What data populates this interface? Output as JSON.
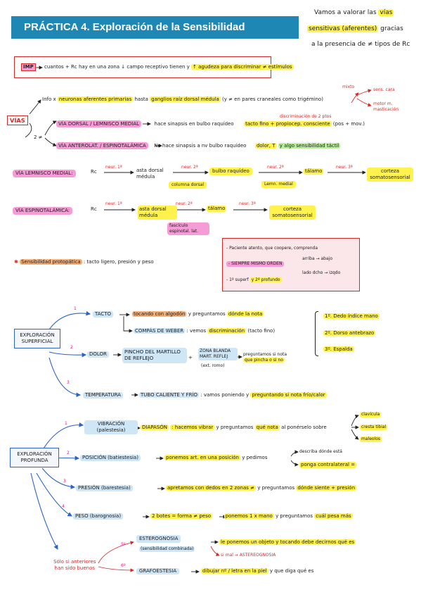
{
  "header": {
    "title": "PRÁCTICA 4. Exploración de la Sensibilidad",
    "intro_1": "Vamos a valorar las",
    "intro_2": "vías",
    "intro_3": "sensitivas (aferentes)",
    "intro_4": "gracias",
    "intro_5": "a la presencia de ≠ tipos de Rc"
  },
  "imp": {
    "label": "IMP",
    "text_1": "cuantos + Rc hay en una zona ↓ campo receptivo tienen y",
    "text_2": "↑ agudeza para discriminar ≠ estímulos"
  },
  "vias": {
    "label": "VÍAS",
    "info_1": "Info x",
    "info_2": "neuronas aferentes primarias",
    "info_3": "hasta",
    "info_4": "ganglios raíz dorsal médula",
    "info_5": "(y ≠ en pares craneales como trigémino)",
    "mixto": "mixto",
    "sens_cara": "sens. cara",
    "motor": "motor m. masticación",
    "two": "2 ≠",
    "discr": "discriminación de 2 ptos",
    "dorsal_label": "VÍA DORSAL / LEMNISCO MEDIAL",
    "dorsal_text_1": "hace sinapsis en bulbo raquídeo",
    "dorsal_text_2": "tacto fino + propiocep. consciente",
    "dorsal_text_3": "(pos + mov.)",
    "antero_label": "VÍA ANTEROLAT. / ESPINOTALÁMICA",
    "antero_text_1": "No hace sinapsis a nv bulbo raquídeo",
    "antero_text_2": "dolor, T",
    "antero_text_3": "y algo sensibilidad táctil"
  },
  "lemnisco": {
    "label": "VÍA LEMNISCO MEDIAL:",
    "rc": "Rc",
    "n1": "neur. 1ª",
    "asta": "asta dorsal médula",
    "columna": "columna dorsal",
    "n2": "neur. 2ª",
    "bulbo": "bulbo raquídeo",
    "n2b": "neur. 2ª",
    "lemn": "Lemn. medial",
    "talamo": "tálamo",
    "n3": "neur. 3ª",
    "corteza": "corteza somatosensorial"
  },
  "espino": {
    "label": "VÍA ESPINOTALÁMICA:",
    "rc": "Rc",
    "n1": "neur. 1ª",
    "asta": "asta dorsal médula",
    "n2": "neur. 2ª",
    "fasciculo": "fascículo espinotal. lat.",
    "talamo": "tálamo",
    "n3": "neur. 3ª",
    "corteza": "corteza somatosensorial"
  },
  "notes_box": {
    "p1": "- Paciente atento, que coopere, comprenda",
    "p2": "- SIEMPRE MISMO ORDEN",
    "p2a": "arriba → abajo",
    "p2b": "lado dcho → izqdo",
    "p3_a": "- 1º superf",
    "p3_b": "y 2º profundo"
  },
  "protopatica": {
    "star": "✱",
    "label": "Sensibilidad protopática",
    "text": ": tacto ligero, presión y peso"
  },
  "superficial": {
    "box": "EXPLORACIÓN SUPERFICIAL",
    "n1": "1",
    "tacto": "TACTO",
    "tacto_t1": "tocando con algodón",
    "tacto_t2": "y preguntamos",
    "tacto_t3": "dónde la nota",
    "compas": "COMPÁS DE WEBER",
    "compas_t1": ": vemos",
    "compas_t2": "discriminación",
    "compas_t3": "(tacto fino)",
    "sitios_1": "1º. Dedo índice mano",
    "sitios_2": "2º. Dorso antebrazo",
    "sitios_3": "3º. Espalda",
    "n2": "2",
    "dolor": "DOLOR",
    "pincho": "PINCHO DEL MARTILLO DE REFLEJO",
    "plus": "+",
    "zona": "ZONA BLANDA MART. REFLEJ",
    "romo": "(ext. romo)",
    "dolor_t1": "preguntamos si nota",
    "dolor_t2": "que pincha o si no",
    "n3": "3",
    "temp": "TEMPERATURA",
    "tubo": "TUBO CALIENTE Y FRÍO",
    "temp_t1": ": vamos poniendo y",
    "temp_t2": "preguntando si nota frío/calor"
  },
  "profunda": {
    "box": "EXPLORACIÓN PROFUNDA",
    "n1": "1",
    "vibracion": "VIBRACIÓN (palestesia)",
    "diapason": "DIAPASÓN",
    "vib_t1": ": hacemos vibrar",
    "vib_t2": "y preguntamos",
    "vib_t3": "qué nota",
    "vib_t4": "al ponérselo sobre",
    "clavicula": "clavícula",
    "cresta": "cresta tibial",
    "maleolos": "maleolos",
    "n2": "2",
    "posicion": "POSICIÓN (batiestesia)",
    "pos_t1": "ponemos art. en una posición",
    "pos_t2": "y pedimos",
    "pos_t3": "describa dónde está",
    "pos_t4": "ponga contralateral =",
    "n3": "3",
    "presion": "PRESIÓN (barestesia)",
    "pres_t1": "apretamos con dedos en 2 zonas ≠",
    "pres_t2": "y preguntamos",
    "pres_t3": "dónde siente + presión",
    "n4": "4",
    "peso": "PESO (barognosia)",
    "peso_t1": "2 botes = forma ≠ peso",
    "peso_t2": "ponemos 1 x mano",
    "peso_t3": "y preguntamos",
    "peso_t4": "cuál pesa más",
    "n5": "5º",
    "estero": "ESTEROGNOSIA",
    "estero_sub": "(sensibilidad combinada)",
    "est_t1": "le ponemos un objeto y tocando debe decirnos qué es",
    "est_t2": "si mal → ASTEREOGNOSIA",
    "n6": "6º",
    "grafe": "GRAFOESTESIA",
    "graf_t1": "dibujar nº / letra en la piel",
    "graf_t2": "y que diga qué es",
    "solo_1": "Sólo si anteriores",
    "solo_2": "han sido buenos"
  }
}
